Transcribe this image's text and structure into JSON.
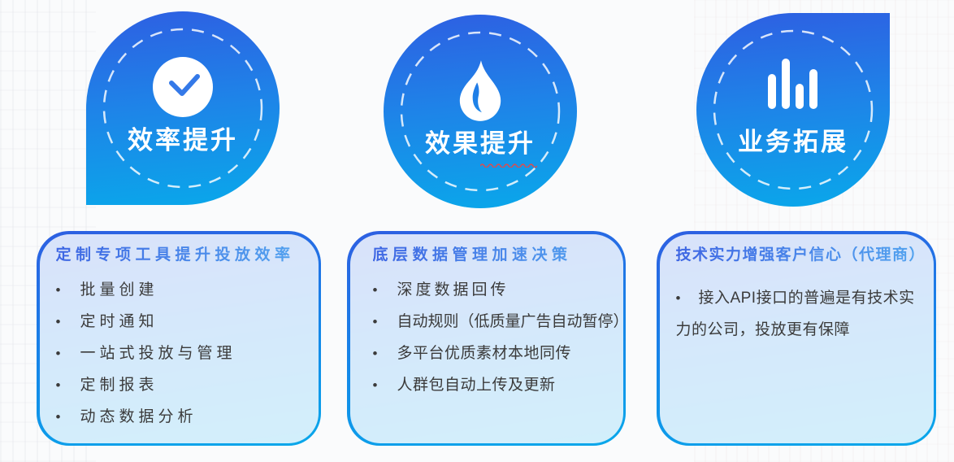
{
  "slide": {
    "background_color": "#FAFBFC",
    "accent_gradient_top": "#2E5FE2",
    "accent_gradient_bottom": "#09A8EA",
    "title_color": "#3C7CE6",
    "body_text_color": "#3B3B3B",
    "spellcheck_color": "#E24A4A"
  },
  "bullet_marker": "•",
  "badges": [
    {
      "label": "效率提升",
      "icon": "check-circle-icon",
      "shape": "teardrop-bottom-left"
    },
    {
      "label": "效果提升",
      "icon": "flame-icon",
      "shape": "circle",
      "spellcheck_underline": true
    },
    {
      "label": "业务拓展",
      "icon": "bar-chart-icon",
      "shape": "teardrop-top-right"
    }
  ],
  "cards": [
    {
      "title": "定制专项工具提升投放效率",
      "bullets": [
        "批量创建",
        "定时通知",
        "一站式投放与管理",
        "定制报表",
        "动态数据分析"
      ]
    },
    {
      "title": "底层数据管理加速决策",
      "bullets": [
        "深度数据回传",
        "自动规则（低质量广告自动暂停）",
        "多平台优质素材本地同传",
        "人群包自动上传及更新"
      ]
    },
    {
      "title": "技术实力增强客户信心（代理商）",
      "bullets": [
        "接入API接口的普遍是有技术实力的公司，投放更有保障"
      ]
    }
  ]
}
